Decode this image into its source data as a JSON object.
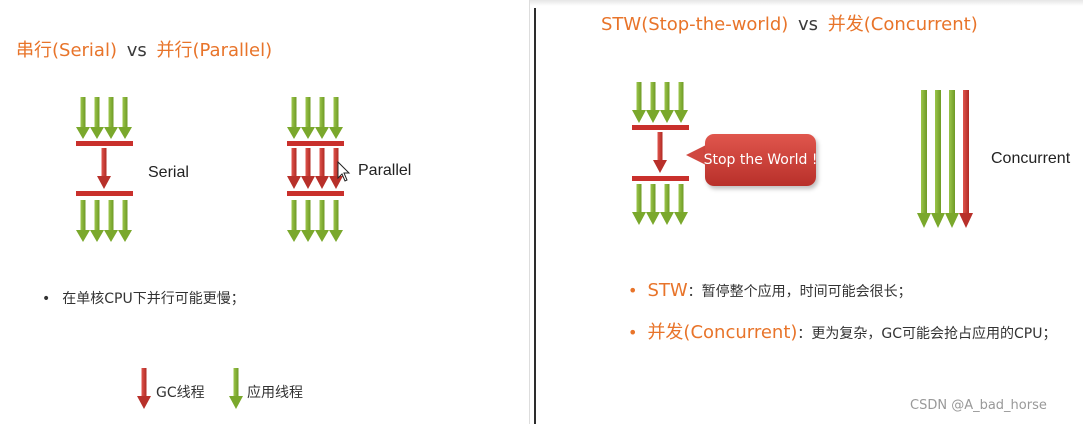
{
  "left": {
    "title_serial": "串行(Serial)",
    "title_vs": "vs",
    "title_parallel": "并行(Parallel)",
    "label_serial": "Serial",
    "label_parallel": "Parallel",
    "bullet": "在单核CPU下并行可能更慢；",
    "legend_gc": "GC线程",
    "legend_app": "应用线程"
  },
  "right": {
    "title_stw": "STW(Stop-the-world)",
    "title_vs": "vs",
    "title_concurrent": "并发(Concurrent)",
    "callout": "Stop the World !",
    "label_concurrent": "Concurrent",
    "bullet1_term": "STW",
    "bullet1_text": "：暂停整个应用，时间可能会很长；",
    "bullet2_term": "并发(Concurrent)",
    "bullet2_text": "：更为复杂，GC可能会抢占应用的CPU；"
  },
  "watermark": "CSDN @A_bad_horse",
  "colors": {
    "accent": "#E8742A",
    "gc_thread": "#C9302C",
    "app_thread": "#7CAA2E"
  }
}
